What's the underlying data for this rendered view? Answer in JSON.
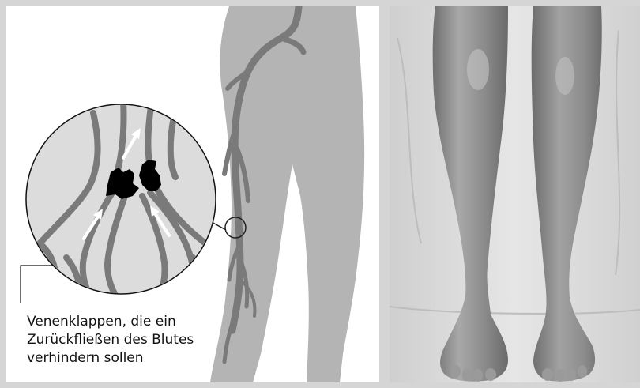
{
  "diagram": {
    "caption_lines": [
      "Venenklappen, die ein",
      "Zurückfließen des Blutes",
      "verhindern sollen"
    ]
  },
  "colors": {
    "background": "#d5d5d5",
    "panel": "#ffffff",
    "body_silhouette": "#b4b4b4",
    "vein": "#7a7a7a",
    "zoom_circle_fill": "#dcdcdc",
    "clot": "#000000",
    "flow_arrow": "#ffffff",
    "photo_background": "#dcdcdc",
    "skin": "#8f8f8f"
  },
  "icons": {
    "flow_arrow": "arrow-up-right-icon",
    "zoom_marker": "circle-outline-icon"
  }
}
